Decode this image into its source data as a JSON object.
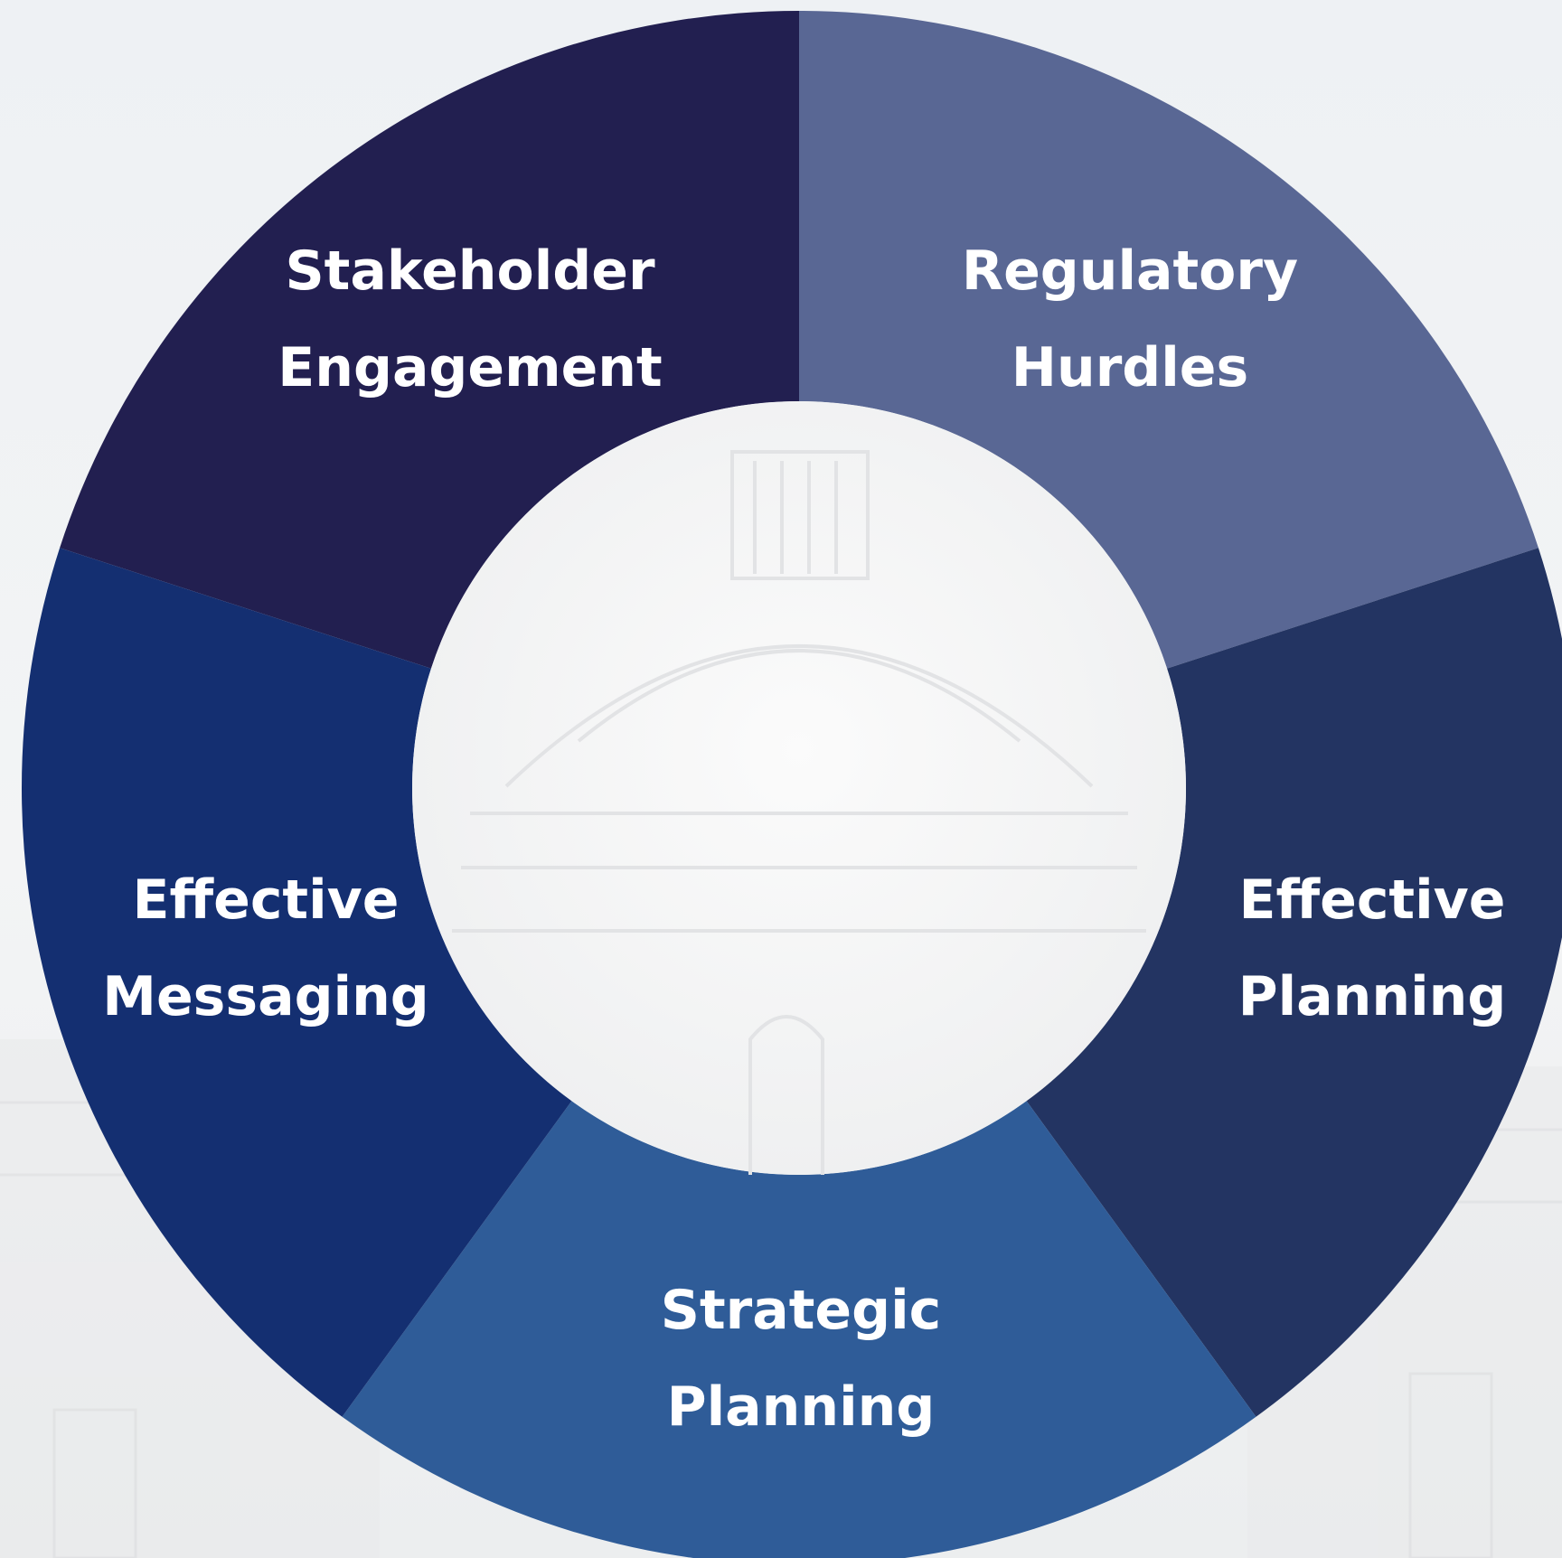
{
  "diagram": {
    "segments": [
      {
        "id": "stakeholder-engagement",
        "lines": [
          "Stakeholder",
          "Engagement"
        ],
        "color": "#221f50"
      },
      {
        "id": "regulatory-hurdles",
        "lines": [
          "Regulatory",
          "Hurdles"
        ],
        "color": "#596794"
      },
      {
        "id": "effective-planning",
        "lines": [
          "Effective",
          "Planning"
        ],
        "color": "#233462"
      },
      {
        "id": "strategic-planning",
        "lines": [
          "Strategic",
          "Planning"
        ],
        "color": "#2f5c98"
      },
      {
        "id": "effective-messaging",
        "lines": [
          "Effective",
          "Messaging"
        ],
        "color": "#142f71"
      }
    ]
  }
}
